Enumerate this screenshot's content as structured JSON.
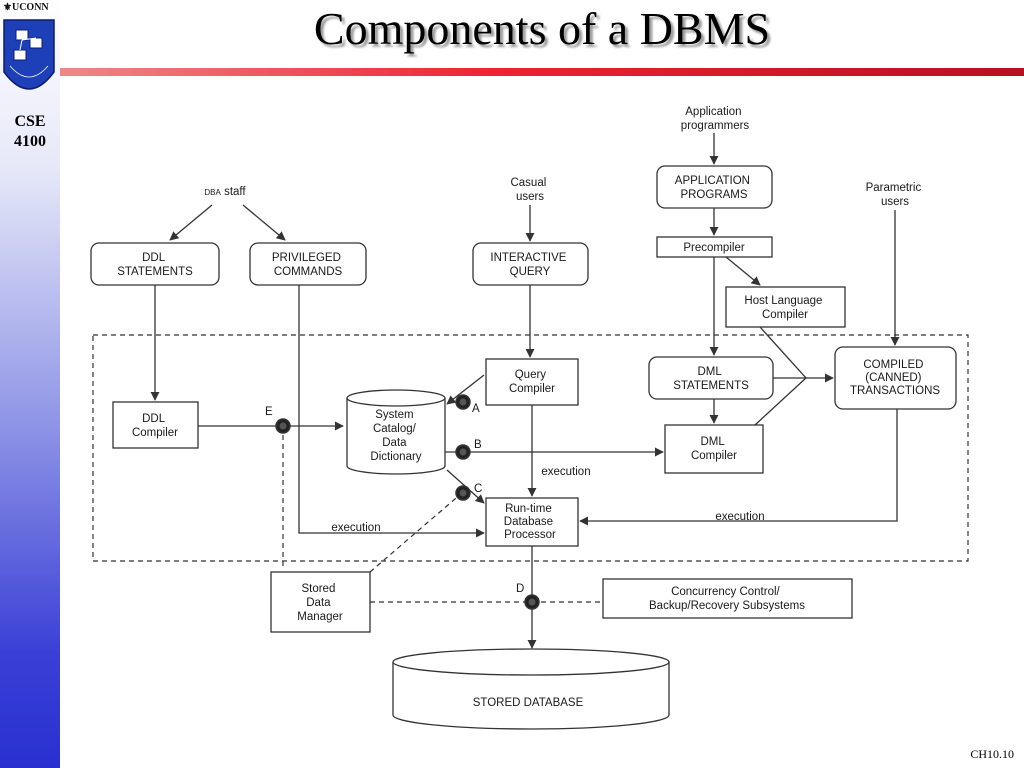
{
  "slide": {
    "title": "Components of a DBMS",
    "university": "UCONN",
    "course": [
      "CSE",
      "4100"
    ],
    "page": "CH10.10",
    "accent_bar_color": "#d8202c"
  },
  "diagram": {
    "app_programmers": [
      "Application",
      "programmers"
    ],
    "application_programs": [
      "APPLICATION",
      "PROGRAMS"
    ],
    "casual_users": [
      "Casual",
      "users"
    ],
    "parametric_users": [
      "Parametric",
      "users"
    ],
    "dba_staff": [
      "DBA",
      "staff"
    ],
    "ddl_statements": [
      "DDL",
      "STATEMENTS"
    ],
    "privileged_commands": [
      "PRIVILEGED",
      "COMMANDS"
    ],
    "interactive_query": [
      "INTERACTIVE",
      "QUERY"
    ],
    "precompiler": "Precompiler",
    "host_language_compiler": [
      "Host Language",
      "Compiler"
    ],
    "dml_statements": [
      "DML",
      "STATEMENTS"
    ],
    "compiled_transactions": [
      "COMPILED",
      "(CANNED)",
      "TRANSACTIONS"
    ],
    "ddl_compiler": [
      "DDL",
      "Compiler"
    ],
    "system_catalog": [
      "System",
      "Catalog/",
      "Data",
      "Dictionary"
    ],
    "query_compiler": [
      "Query",
      "Compiler"
    ],
    "dml_compiler": [
      "DML",
      "Compiler"
    ],
    "runtime_processor": [
      "Run-time",
      "Database",
      "Processor"
    ],
    "stored_data_manager": [
      "Stored",
      "Data",
      "Manager"
    ],
    "concurrency": [
      "Concurrency Control/",
      "Backup/Recovery Subsystems"
    ],
    "stored_database": "STORED DATABASE",
    "execution_label": "execution",
    "point_labels": [
      "A",
      "B",
      "C",
      "D",
      "E"
    ]
  }
}
